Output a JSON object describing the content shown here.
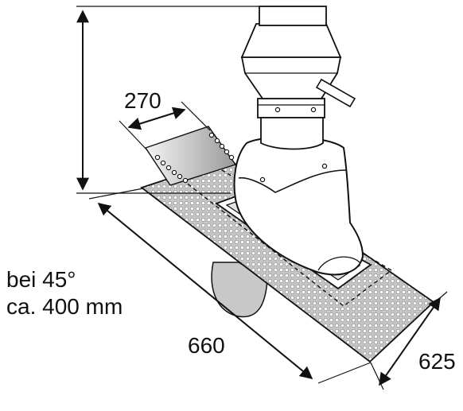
{
  "dimensions": {
    "width_label": "270",
    "length_label": "660",
    "depth_label": "625"
  },
  "note": {
    "line1": "bei 45°",
    "line2": "ca. 400 mm"
  },
  "colors": {
    "stroke": "#111111",
    "fill_white": "#ffffff",
    "mesh": "#bdbdbd",
    "mesh_dot": "#8a8a8a",
    "shadow": "#c8c8c8"
  }
}
